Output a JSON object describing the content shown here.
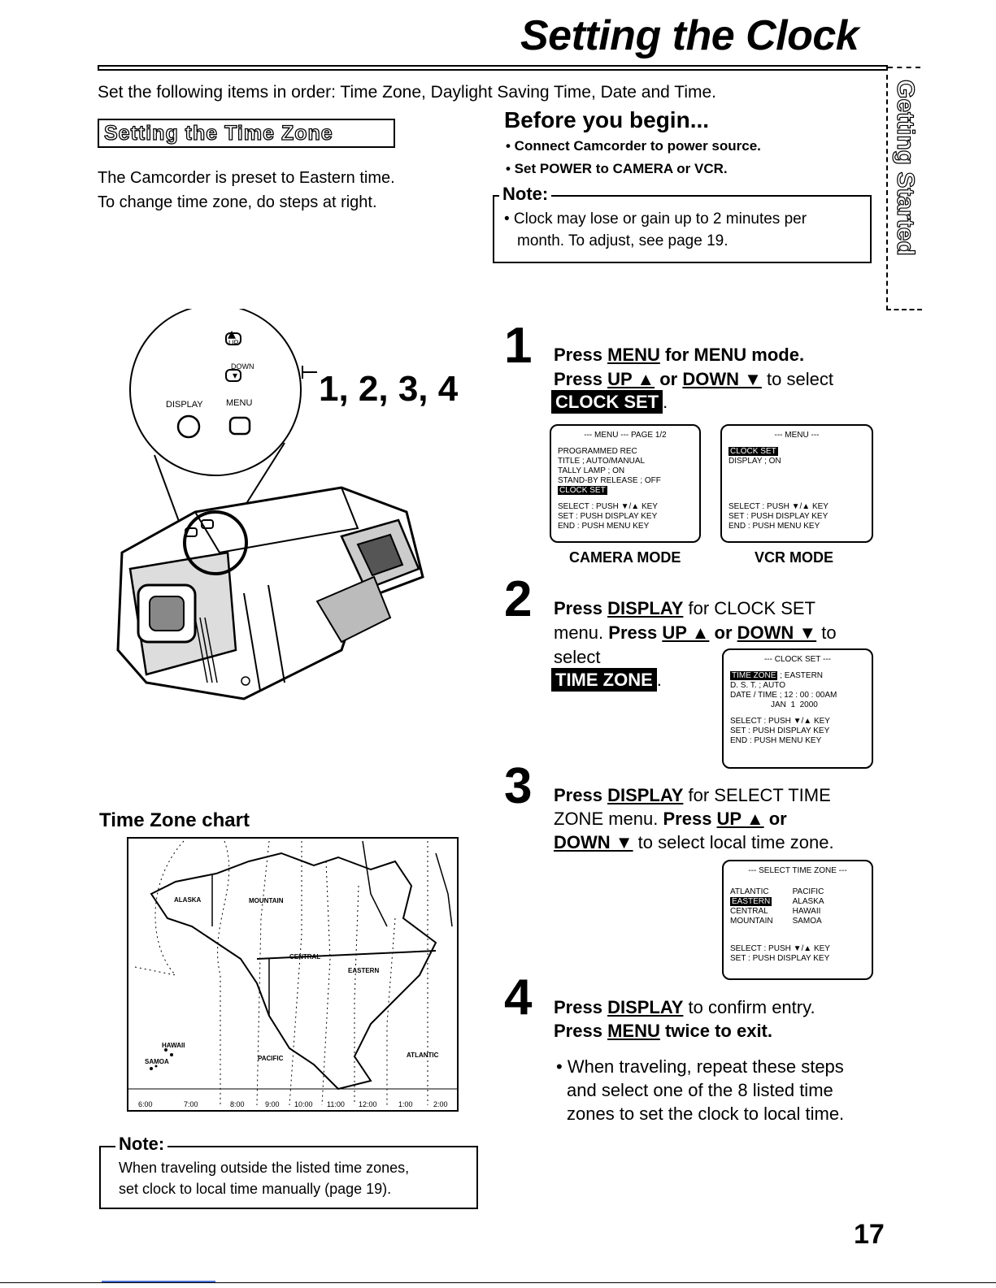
{
  "title": "Setting the Clock",
  "intro": "Set the following items in order: Time Zone, Daylight Saving Time, Date and Time.",
  "section_heading": "Setting the Time Zone",
  "preset_lines": [
    "The Camcorder is preset to Eastern time.",
    "To change time zone, do steps at right."
  ],
  "before": {
    "title": "Before you begin...",
    "items": [
      "• Connect Camcorder to power source.",
      "• Set POWER to CAMERA or VCR."
    ]
  },
  "note_top": {
    "label": "Note:",
    "lines": [
      "• Clock may lose or gain up to 2 minutes per",
      "month. To adjust, see page 19."
    ]
  },
  "side_tab": "Getting Started",
  "camera": {
    "labels": {
      "up": "UP",
      "down": "DOWN",
      "display": "DISPLAY",
      "menu": "MENU"
    },
    "callout": "1, 2, 3, 4"
  },
  "steps": [
    {
      "num": "1",
      "l1a": "Press ",
      "l1b": "MENU",
      "l1c": " for MENU mode.",
      "l2a": "Press ",
      "l2b": "UP ▲",
      "l2c": " or ",
      "l2d": "DOWN ▼",
      "l2e": " to select",
      "highlight": "CLOCK SET",
      "trail": "."
    },
    {
      "num": "2",
      "l1a": "Press ",
      "l1b": "DISPLAY",
      "l1c": " for CLOCK SET",
      "l2a": "menu. ",
      "l2b": "Press ",
      "l2c": "UP ▲",
      "l2d": " or ",
      "l2e": "DOWN ▼",
      "l2f": " to",
      "l3": "select",
      "highlight": "TIME ZONE",
      "trail": "."
    },
    {
      "num": "3",
      "l1a": "Press ",
      "l1b": "DISPLAY",
      "l1c": " for SELECT TIME",
      "l2a": "ZONE menu. ",
      "l2b": "Press ",
      "l2c": "UP ▲",
      "l2d": " or",
      "l3a": "DOWN ▼",
      "l3b": " to select local time zone."
    },
    {
      "num": "4",
      "l1a": "Press ",
      "l1b": "DISPLAY",
      "l1c": " to confirm entry.",
      "l2a": "Press ",
      "l2b": "MENU",
      "l2c": " twice to exit.",
      "bullet": [
        "• When traveling, repeat these steps",
        "and select one of the 8 listed time",
        "zones to set the clock to local time."
      ]
    }
  ],
  "screens": {
    "camera": {
      "header": "--- MENU ---   PAGE 1/2",
      "rows": [
        "PROGRAMMED REC",
        "TITLE        ; AUTO/MANUAL",
        "TALLY LAMP        ; ON",
        "STAND-BY RELEASE  ; OFF"
      ],
      "selected": "CLOCK SET",
      "keys": [
        "SELECT : PUSH ▼/▲ KEY",
        "SET    : PUSH DISPLAY KEY",
        "END    : PUSH MENU KEY"
      ],
      "mode": "CAMERA MODE"
    },
    "vcr": {
      "header": "--- MENU ---",
      "selected": "CLOCK SET",
      "rows": [
        "DISPLAY      ; ON"
      ],
      "keys": [
        "SELECT : PUSH ▼/▲ KEY",
        "SET    : PUSH DISPLAY KEY",
        "END    : PUSH MENU KEY"
      ],
      "mode": "VCR MODE"
    },
    "clock_set": {
      "header": "--- CLOCK SET ---",
      "selected": "TIME ZONE",
      "sel_value": " ; EASTERN",
      "rows": [
        "D. S. T.      ; AUTO",
        "DATE / TIME  ; 12 : 00 : 00AM",
        "                  JAN  1  2000"
      ],
      "keys": [
        "SELECT : PUSH ▼/▲ KEY",
        "SET    : PUSH DISPLAY KEY",
        "END    : PUSH MENU KEY"
      ]
    },
    "select_tz": {
      "header": "--- SELECT TIME ZONE ---",
      "left": [
        "ATLANTIC",
        "EASTERN",
        "CENTRAL",
        "MOUNTAIN"
      ],
      "right": [
        "PACIFIC",
        "ALASKA",
        "HAWAII",
        "SAMOA"
      ],
      "keys": [
        "SELECT : PUSH ▼/▲ KEY",
        "SET    : PUSH DISPLAY KEY"
      ]
    }
  },
  "tz_chart": {
    "title": "Time Zone chart",
    "regions": [
      "ALASKA",
      "MOUNTAIN",
      "CENTRAL",
      "EASTERN",
      "HAWAII",
      "SAMOA",
      "PACIFIC",
      "ATLANTIC"
    ],
    "ticks": [
      "6:00",
      "7:00",
      "8:00",
      "9:00",
      "10:00",
      "11:00",
      "12:00",
      "1:00",
      "2:00"
    ]
  },
  "note_bottom": {
    "label": "Note:",
    "lines": [
      "When traveling outside the listed time zones,",
      "set clock to local time manually (page 19)."
    ]
  },
  "page_number": "17"
}
